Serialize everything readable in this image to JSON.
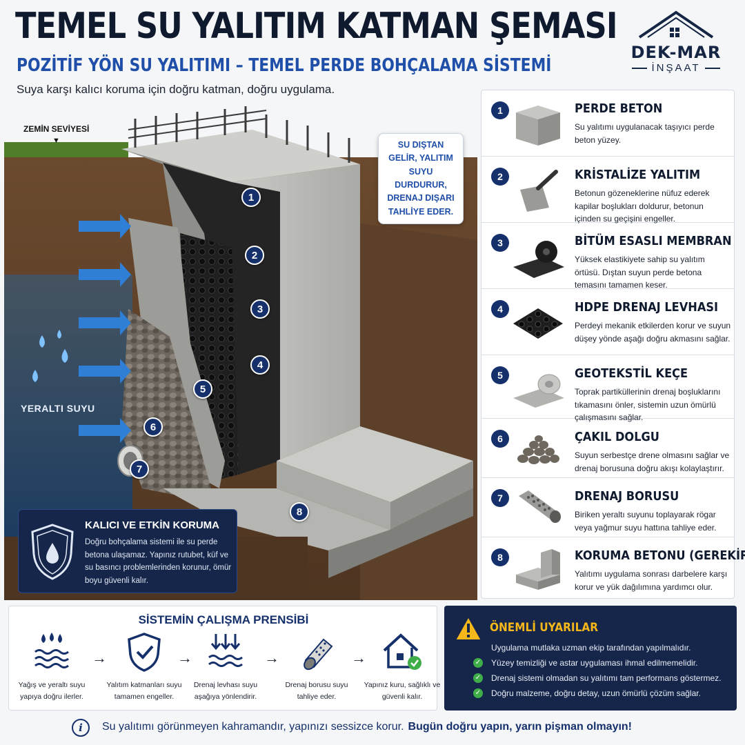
{
  "header": {
    "title": "TEMEL SU YALITIM KATMAN ŞEMASI",
    "subtitle": "POZİTİF YÖN SU YALITIMI – TEMEL PERDE BOHÇALAMA SİSTEMİ",
    "tagline": "Suya karşı kalıcı koruma için doğru katman, doğru uygulama."
  },
  "logo": {
    "name": "DEK-MAR",
    "sub": "İNŞAAT"
  },
  "diagram": {
    "ground_label": "ZEMİN SEVİYESİ",
    "groundwater_label": "YERALTI SUYU",
    "callout": "SU DIŞTAN GELİR, YALITIM SUYU DURDURUR, DRENAJ DIŞARI TAHLİYE EDER.",
    "markers": [
      "1",
      "2",
      "3",
      "4",
      "5",
      "6",
      "7",
      "8"
    ]
  },
  "permanent": {
    "title": "KALICI VE ETKİN KORUMA",
    "text": "Doğru bohçalama sistemi ile su perde betona ulaşamaz. Yapınız rutubet, küf ve su basıncı problemlerinden korunur, ömür boyu güvenli kalır."
  },
  "layers": [
    {
      "num": "1",
      "title": "PERDE BETON",
      "desc": "Su yalıtımı uygulanacak taşıyıcı perde beton yüzey."
    },
    {
      "num": "2",
      "title": "KRİSTALİZE YALITIM",
      "desc": "Betonun gözeneklerine nüfuz ederek kapilar boşlukları doldurur, betonun içinden su geçişini engeller."
    },
    {
      "num": "3",
      "title": "BİTÜM ESASLI MEMBRAN",
      "desc": "Yüksek elastikiyete sahip su yalıtım örtüsü. Dıştan suyun perde betona temasını tamamen keser."
    },
    {
      "num": "4",
      "title": "HDPE DRENAJ LEVHASI",
      "desc": "Perdeyi mekanik etkilerden korur ve suyun düşey yönde aşağı doğru akmasını sağlar."
    },
    {
      "num": "5",
      "title": "GEOTEKSTİL KEÇE",
      "desc": "Toprak partiküllerinin drenaj boşluklarını tıkamasını önler, sistemin uzun ömürlü çalışmasını sağlar."
    },
    {
      "num": "6",
      "title": "ÇAKIL DOLGU",
      "desc": "Suyun serbestçe drene olmasını sağlar ve drenaj borusuna doğru akışı kolaylaştırır."
    },
    {
      "num": "7",
      "title": "DRENAJ BORUSU",
      "desc": "Biriken yeraltı suyunu toplayarak rögar veya yağmur suyu hattına tahliye eder."
    },
    {
      "num": "8",
      "title": "KORUMA BETONU (GEREKİRSE)",
      "desc": "Yalıtımı uygulama sonrası darbelere karşı korur ve yük dağılımına yardımcı olur."
    }
  ],
  "principle": {
    "title": "SİSTEMİN ÇALIŞMA PRENSİBİ",
    "steps": [
      {
        "icon": "water-drops-icon",
        "text": "Yağış ve yeraltı suyu yapıya doğru ilerler."
      },
      {
        "icon": "shield-check-icon",
        "text": "Yalıtım katmanları suyu tamamen engeller."
      },
      {
        "icon": "down-arrows-icon",
        "text": "Drenaj levhası suyu aşağıya yönlendirir."
      },
      {
        "icon": "pipe-icon",
        "text": "Drenaj borusu suyu tahliye eder."
      },
      {
        "icon": "house-check-icon",
        "text": "Yapınız kuru, sağlıklı ve güvenli kalır."
      }
    ],
    "arrow": "→"
  },
  "warnings": {
    "title": "ÖNEMLİ UYARILAR",
    "items": [
      "Uygulama mutlaka uzman ekip tarafından yapılmalıdır.",
      "Yüzey temizliği ve astar uygulaması ihmal edilmemelidir.",
      "Drenaj sistemi olmadan su yalıtımı tam performans göstermez.",
      "Doğru malzeme, doğru detay, uzun ömürlü çözüm sağlar."
    ]
  },
  "footer": {
    "icon": "i",
    "text": "Su yalıtımı görünmeyen kahramandır, yapınızı sessizce korur.",
    "strong": "Bugün doğru yapın, yarın pişman olmayın!"
  },
  "colors": {
    "navy": "#15264a",
    "accent_blue": "#1f4fa8",
    "warning_yellow": "#f5b71a",
    "check_green": "#3fae49"
  }
}
